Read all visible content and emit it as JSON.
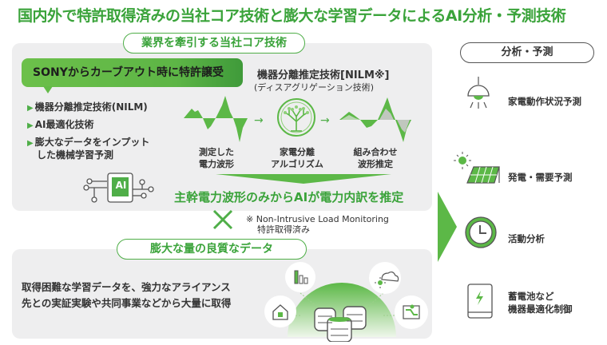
{
  "title": "国内外で特許取得済みの当社コア技術と膨大な学習データによるAI分析・予測技術",
  "core_tech": {
    "header": "業界を牽引する当社コア技術",
    "callout": "SONYからカーブアウト時に特許譲受",
    "bullets": [
      "機器分離推定技術(NILM)",
      "AI最適化技術",
      "膨大なデータをインプット",
      "した機械学習予測"
    ],
    "chip_label": "AI",
    "nilm_title": "機器分離推定技術[NILM※]",
    "nilm_subtitle": "(ディスアグリゲーション技術)",
    "steps": [
      {
        "line1": "測定した",
        "line2": "電力波形",
        "icon": "waveform-icon"
      },
      {
        "line1": "家電分離",
        "line2": "アルゴリズム",
        "icon": "tree-circuit-icon"
      },
      {
        "line1": "組み合わせ",
        "line2": "波形推定",
        "icon": "combined-waveform-icon"
      }
    ],
    "result": "主幹電力波形のみからAIが電力内訳を推定"
  },
  "cross_symbol": "×",
  "footnote": {
    "line1": "※ Non-Intrusive Load Monitoring",
    "line2": "特許取得済み"
  },
  "data_section": {
    "header": "膨大な量の良質なデータ",
    "line1": "取得困難な学習データを、強力なアライアンス",
    "line2": "先との実証実験や共同事業などから大量に取得",
    "icons": [
      "bar-chart-icon",
      "cloud-sun-icon",
      "house-icon",
      "map-route-icon",
      "database-icon"
    ]
  },
  "analysis": {
    "header": "分析・予測",
    "items": [
      {
        "label": "家電動作状況予測",
        "icon": "pendant-lamp-icon"
      },
      {
        "label": "発電・需要予測",
        "icon": "solar-panel-icon"
      },
      {
        "label": "活動分析",
        "icon": "clock-icon"
      },
      {
        "label": "蓄電池など",
        "label2": "機器最適化制御",
        "icon": "battery-device-icon"
      }
    ]
  },
  "colors": {
    "accent": "#3aa33a",
    "green_fill": "#5cb847",
    "panel_bg": "#eeeeef",
    "text": "#333333"
  }
}
